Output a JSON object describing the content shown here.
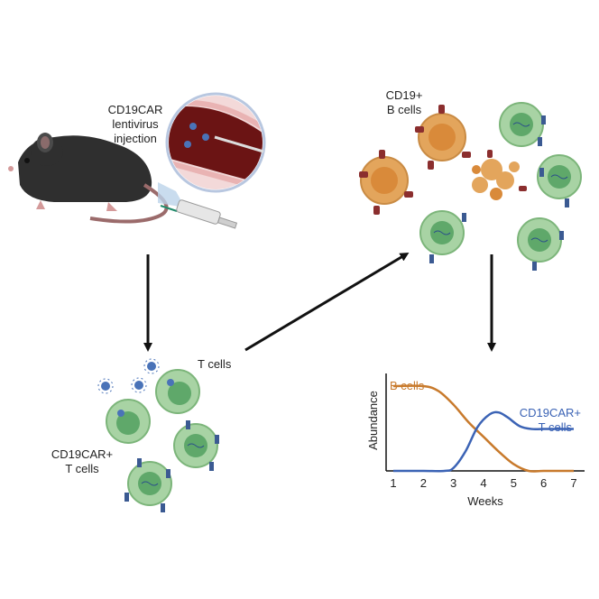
{
  "labels": {
    "injection": [
      "CD19CAR",
      "lentivirus",
      "injection"
    ],
    "t_cells": "T cells",
    "cd19car_t_cells": [
      "CD19CAR+",
      "T cells"
    ],
    "cd19_b_cells": [
      "CD19+",
      "B cells"
    ]
  },
  "colors": {
    "b_cell": "#E3A55C",
    "b_cell_nucleus": "#D98A3A",
    "b_cell_receptor": "#8B2E2E",
    "t_cell": "#A8D3A4",
    "t_cell_nucleus": "#5FA86A",
    "car_receptor": "#3B5A92",
    "virus": "#4A73B8",
    "mouse": "#2F2F2F",
    "vessel_blood": "#6B1414",
    "b_cell_curve": "#C87A2C",
    "car_t_curve": "#3B63B5"
  },
  "chart_data": {
    "type": "line",
    "xlabel": "Weeks",
    "ylabel": "Abundance",
    "x_ticks": [
      1,
      2,
      3,
      4,
      5,
      6,
      7
    ],
    "xlim": [
      1,
      7
    ],
    "ylim": [
      0,
      1
    ],
    "grid": false,
    "series": [
      {
        "name": "B cells",
        "color": "#C87A2C",
        "x": [
          1,
          2,
          2.5,
          3,
          3.5,
          4,
          4.5,
          5,
          5.5,
          6,
          7
        ],
        "y": [
          0.87,
          0.87,
          0.82,
          0.68,
          0.5,
          0.35,
          0.2,
          0.07,
          0,
          0,
          0
        ]
      },
      {
        "name": "CD19CAR+ T cells",
        "color": "#3B63B5",
        "x": [
          1,
          2,
          2.7,
          3,
          3.4,
          3.8,
          4.2,
          4.5,
          4.8,
          5.2,
          5.6,
          6,
          7
        ],
        "y": [
          0,
          0,
          0,
          0.03,
          0.2,
          0.45,
          0.58,
          0.6,
          0.55,
          0.46,
          0.43,
          0.43,
          0.43
        ]
      }
    ]
  }
}
